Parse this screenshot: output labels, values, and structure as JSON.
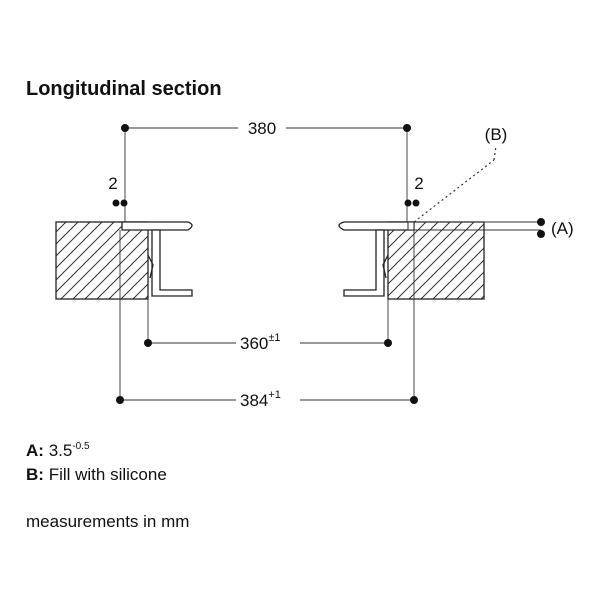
{
  "title": "Longitudinal section",
  "dimensions": {
    "top": {
      "value": "380"
    },
    "left_gap": {
      "value": "2"
    },
    "right_gap": {
      "value": "2"
    },
    "inner": {
      "value": "360",
      "tolerance": "±1"
    },
    "outer": {
      "value": "384",
      "tolerance": "+1"
    }
  },
  "callouts": {
    "a": "(A)",
    "b": "(B)"
  },
  "legend": {
    "a": {
      "key": "A",
      "sep": ":",
      "value": "3.5",
      "tolerance": "-0.5"
    },
    "b": {
      "key": "B",
      "sep": ":",
      "text": "Fill with silicone"
    }
  },
  "units_note": "measurements in mm"
}
